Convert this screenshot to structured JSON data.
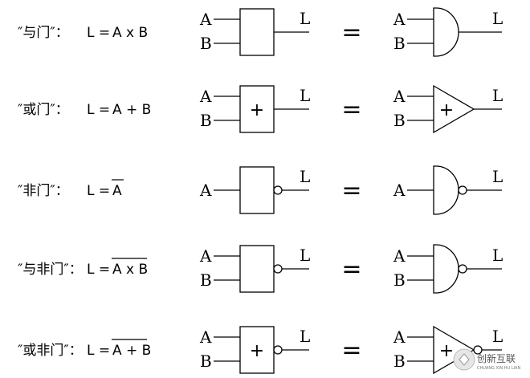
{
  "rows": [
    {
      "id": "and",
      "name": "″与门″：",
      "formula_prefix": "L = ",
      "formula_expr": "A x B",
      "overline": false,
      "inputs": [
        "A",
        "B"
      ],
      "output": "L",
      "symbol_text": "",
      "equals": "=",
      "alt_shape": "and",
      "alt_text": "",
      "inverted": false
    },
    {
      "id": "or",
      "name": "″或门″：",
      "formula_prefix": "L = ",
      "formula_expr": "A + B",
      "overline": false,
      "inputs": [
        "A",
        "B"
      ],
      "output": "L",
      "symbol_text": "+",
      "equals": "=",
      "alt_shape": "triangle",
      "alt_text": "+",
      "inverted": false
    },
    {
      "id": "not",
      "name": "″非门″：",
      "formula_prefix": "L = ",
      "formula_expr": "A",
      "overline": true,
      "inputs": [
        "A"
      ],
      "output": "L",
      "symbol_text": "",
      "equals": "=",
      "alt_shape": "and",
      "alt_text": "",
      "inverted": true
    },
    {
      "id": "nand",
      "name": "″与非门″：",
      "formula_prefix": "L = ",
      "formula_expr": "A x B",
      "overline": true,
      "inputs": [
        "A",
        "B"
      ],
      "output": "L",
      "symbol_text": "",
      "equals": "=",
      "alt_shape": "and",
      "alt_text": "",
      "inverted": true
    },
    {
      "id": "nor",
      "name": "″或非门″：",
      "formula_prefix": "L = ",
      "formula_expr": "A + B",
      "overline": true,
      "inputs": [
        "A",
        "B"
      ],
      "output": "L",
      "symbol_text": "+",
      "equals": "=",
      "alt_shape": "triangle",
      "alt_text": "+",
      "inverted": true
    }
  ],
  "watermark": {
    "text": "创新互联",
    "subtext": "CHUANG XIN HU LIAN"
  }
}
